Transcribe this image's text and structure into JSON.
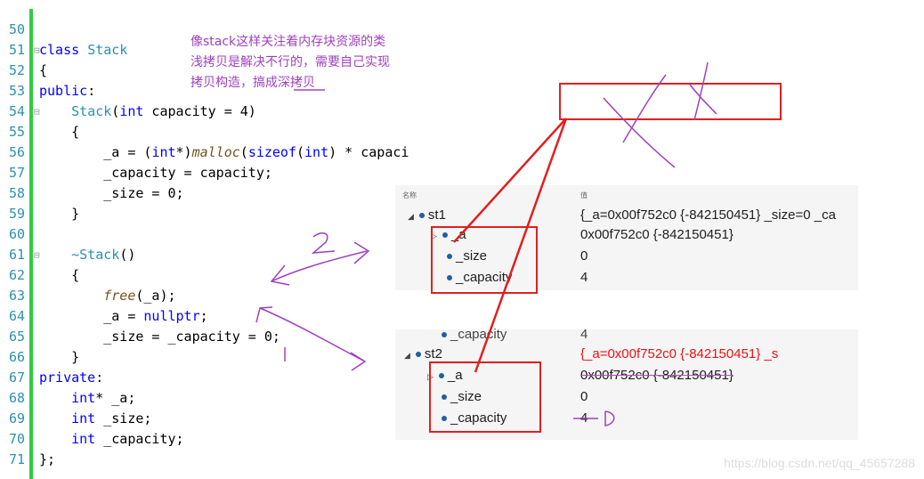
{
  "editor": {
    "lines": [
      {
        "n": "50",
        "fold": "",
        "html": ""
      },
      {
        "n": "51",
        "fold": "⊟",
        "html": "<span class='kw'>class</span> <span class='ty'>Stack</span>"
      },
      {
        "n": "52",
        "fold": "",
        "html": "{"
      },
      {
        "n": "53",
        "fold": "",
        "html": "<span class='kw'>public</span>:"
      },
      {
        "n": "54",
        "fold": "⊟",
        "html": "    <span class='ty'>Stack</span>(<span class='kw'>int</span> capacity = 4)"
      },
      {
        "n": "55",
        "fold": "",
        "html": "    {"
      },
      {
        "n": "56",
        "fold": "",
        "html": "        _a = (<span class='kw'>int</span>*)<span class='fn'>malloc</span>(<span class='kw'>sizeof</span>(<span class='kw'>int</span>) * capaci"
      },
      {
        "n": "57",
        "fold": "",
        "html": "        _capacity = capacity;"
      },
      {
        "n": "58",
        "fold": "",
        "html": "        _size = 0;"
      },
      {
        "n": "59",
        "fold": "",
        "html": "    }"
      },
      {
        "n": "60",
        "fold": "",
        "html": ""
      },
      {
        "n": "61",
        "fold": "⊟",
        "html": "    <span class='ty'>~Stack</span>()"
      },
      {
        "n": "62",
        "fold": "",
        "html": "    {"
      },
      {
        "n": "63",
        "fold": "",
        "html": "        <span class='fn'>free</span>(_a);"
      },
      {
        "n": "64",
        "fold": "",
        "html": "        _a = <span class='kw'>nullptr</span>;"
      },
      {
        "n": "65",
        "fold": "",
        "html": "        _size = _capacity = 0;"
      },
      {
        "n": "66",
        "fold": "",
        "html": "    }"
      },
      {
        "n": "67",
        "fold": "",
        "html": "<span class='kw'>private</span>:"
      },
      {
        "n": "68",
        "fold": "",
        "html": "    <span class='kw'>int</span>* _a;"
      },
      {
        "n": "69",
        "fold": "",
        "html": "    <span class='kw'>int</span> _size;"
      },
      {
        "n": "70",
        "fold": "",
        "html": "    <span class='kw'>int</span> _capacity;"
      },
      {
        "n": "71",
        "fold": "",
        "html": "};"
      }
    ]
  },
  "annotation": {
    "line1": "像stack这样关注着内存块资源的类",
    "line2": "浅拷贝是解决不行的，需要自己实现",
    "line3": "拷贝构造，搞成深拷贝"
  },
  "watch1": {
    "col_name": "名称",
    "col_value": "值",
    "root_name": "st1",
    "root_value": "{_a=0x00f752c0 {-842150451} _size=0 _ca",
    "a_name": "_a",
    "a_value": "0x00f752c0 {-842150451}",
    "size_name": "_size",
    "size_value": "0",
    "cap_name": "_capacity",
    "cap_value": "4"
  },
  "watch2": {
    "prev_cap_name": "_capacity",
    "prev_cap_value": "4",
    "root_name": "st2",
    "root_value": "{_a=0x00f752c0 {-842150451} _s",
    "a_name": "_a",
    "a_value": "0x00f752c0 {-842150451}",
    "size_name": "_size",
    "size_value": "0",
    "cap_name": "_capacity",
    "cap_value": "4"
  },
  "watermark": "https://blog.csdn.net/qq_45657288",
  "colors": {
    "annotation": "#a040c0",
    "highlight": "#e02020",
    "gutter": "#2ecc40"
  }
}
